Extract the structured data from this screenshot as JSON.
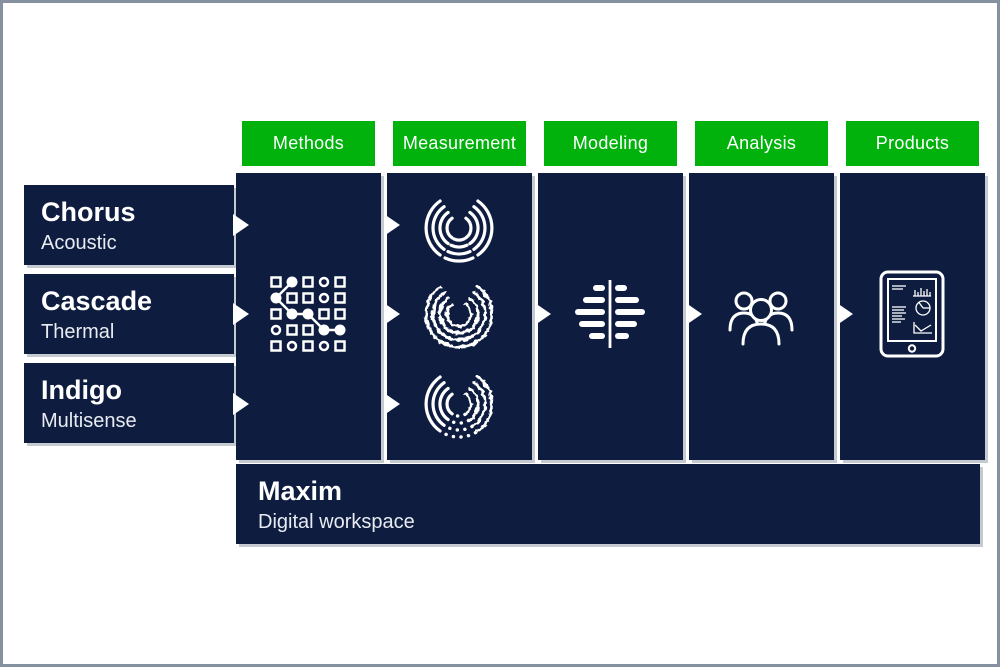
{
  "colors": {
    "navy": "#0E1C3F",
    "green": "#00B20B",
    "background": "#FFFFFF",
    "frame_border": "#8590A1"
  },
  "inputs": [
    {
      "title": "Chorus",
      "subtitle": "Acoustic"
    },
    {
      "title": "Cascade",
      "subtitle": "Thermal"
    },
    {
      "title": "Indigo",
      "subtitle": "Multisense"
    }
  ],
  "stages": [
    {
      "label": "Methods",
      "icon": "network-grid-icon"
    },
    {
      "label": "Measurement",
      "icon": [
        "acoustic-waves-icon",
        "thermal-waves-icon",
        "multisense-waves-icon"
      ]
    },
    {
      "label": "Modeling",
      "icon": "brain-bars-icon"
    },
    {
      "label": "Analysis",
      "icon": "people-group-icon"
    },
    {
      "label": "Products",
      "icon": "tablet-dashboard-icon"
    }
  ],
  "platform": {
    "title": "Maxim",
    "subtitle": "Digital workspace"
  }
}
